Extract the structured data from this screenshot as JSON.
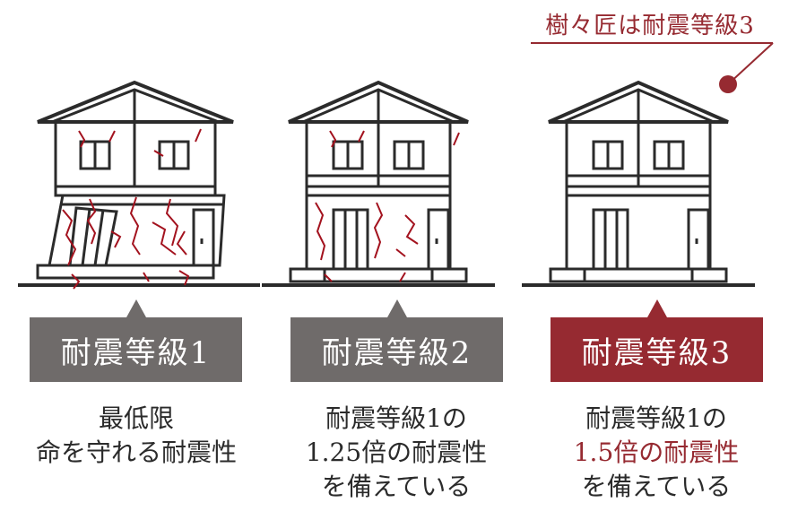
{
  "callout": {
    "text": "樹々匠は耐震等級3"
  },
  "grades": [
    {
      "label": "耐震等級1",
      "highlight": false
    },
    {
      "label": "耐震等級2",
      "highlight": false
    },
    {
      "label": "耐震等級3",
      "highlight": true
    }
  ],
  "descriptions": [
    {
      "line1": "最低限",
      "line2": "命を守れる耐震性",
      "line3": ""
    },
    {
      "line1": "耐震等級1の",
      "line2_accent": "1.25倍の耐震性",
      "line3": "を備えている"
    },
    {
      "line1": "耐震等級1の",
      "line2_accent": "1.5倍の耐震性",
      "line3": "を備えている"
    }
  ],
  "colors": {
    "accent": "#962a31",
    "badge_gray": "#6f6b6a",
    "line": "#2b2b2b",
    "crack": "#a3121e"
  },
  "icons": [
    "house-damaged-icon",
    "house-moderate-icon",
    "house-intact-icon"
  ]
}
